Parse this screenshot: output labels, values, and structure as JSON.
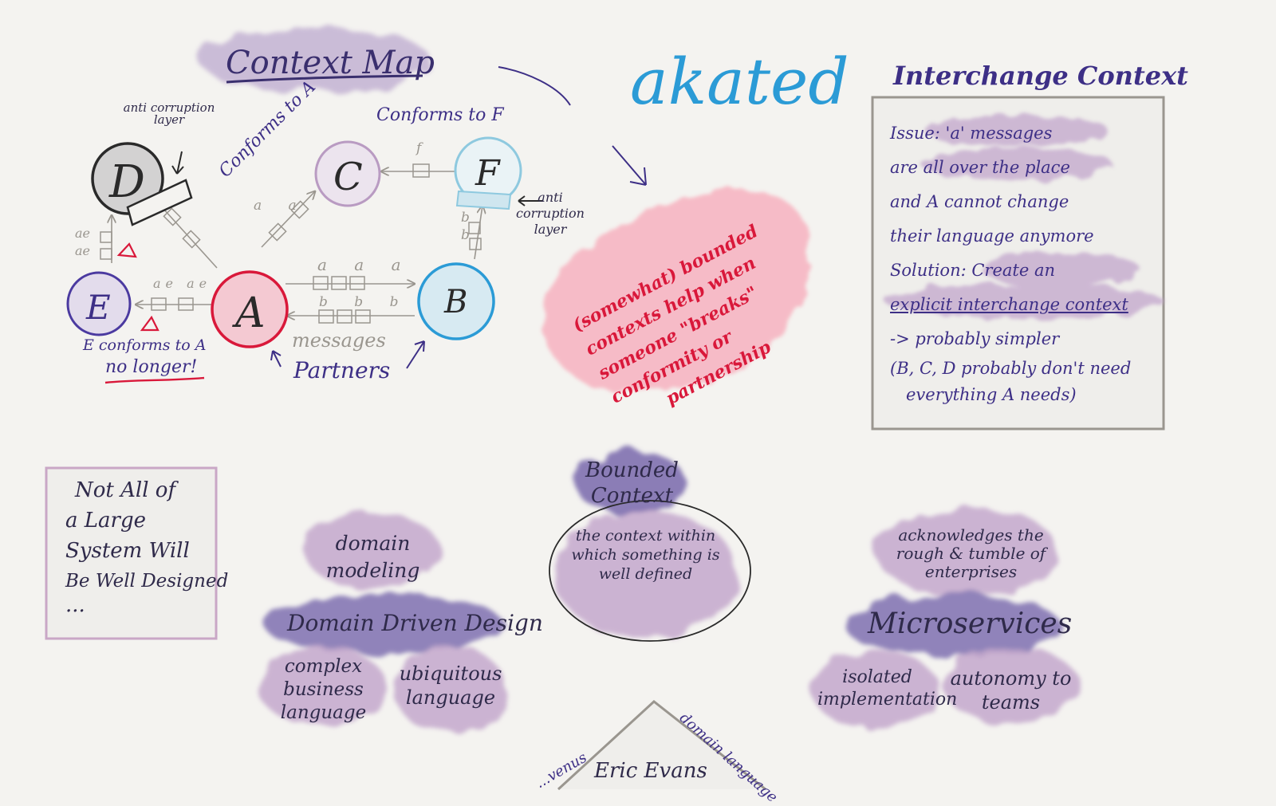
{
  "colors": {
    "paper": "#f4f3f0",
    "ink": "#2f2a4a",
    "purple_ink": "#3d2f86",
    "grey_ink": "#9a968f",
    "red_ink": "#d9183a",
    "blue_ink": "#2b9bd6",
    "lavender": "#c7b3cf",
    "violet": "#8a7bb6",
    "pink_wash": "#f7b7c3"
  },
  "context_map": {
    "title": "Context Map",
    "nodes": {
      "a": "A",
      "b": "B",
      "c": "C",
      "d": "D",
      "e": "E",
      "f": "F"
    },
    "labels": {
      "acl_top": "anti corruption layer",
      "acl_right": "anti corruption layer",
      "conforms_to_a": "Conforms to A",
      "conforms_to_f": "Conforms to F",
      "messages": "messages",
      "partners": "Partners",
      "e_conforms": "E conforms to A",
      "no_longer": "no longer!"
    },
    "message_letters": {
      "a_to_b": [
        "a",
        "a",
        "a"
      ],
      "b_to_a": [
        "b",
        "b",
        "b"
      ],
      "a_to_c": [
        "a",
        "a"
      ],
      "f_to_c": [
        "f"
      ],
      "b_to_f": [
        "b",
        "b"
      ],
      "ae_to_e": [
        "ae",
        "ae"
      ],
      "ae_to_d": [
        "ae",
        "ae"
      ]
    }
  },
  "updated_label": "akated",
  "red_note": {
    "lines": [
      "(somewhat) bounded",
      "contexts help when",
      "someone \"breaks\"",
      "conformity or",
      "partnership"
    ]
  },
  "interchange": {
    "title": "Interchange Context",
    "lines": [
      "Issue: 'a' messages",
      "are all over the place",
      "and A cannot change",
      "their language anymore",
      "Solution: Create an",
      "explicit interchange context",
      "-> probably simpler",
      "(B, C, D probably don't need",
      "everything A needs)"
    ]
  },
  "note_box": {
    "lines": [
      "Not All of",
      "a Large",
      "System Will",
      "Be Well Designed",
      "..."
    ]
  },
  "ddd": {
    "top": "domain modeling",
    "center": "Domain Driven Design",
    "left": "complex business language",
    "right": "ubiquitous language"
  },
  "bounded_context": {
    "title": "Bounded Context",
    "body": "the context within which something is well defined"
  },
  "microservices": {
    "top": "acknowledges the rough & tumble of enterprises",
    "center": "Microservices",
    "left": "isolated implementation",
    "right": "autonomy to teams"
  },
  "bottom": {
    "left_fragment": "...venus",
    "right_fragment": "domain language",
    "center_fragment": "Eric Evans"
  }
}
